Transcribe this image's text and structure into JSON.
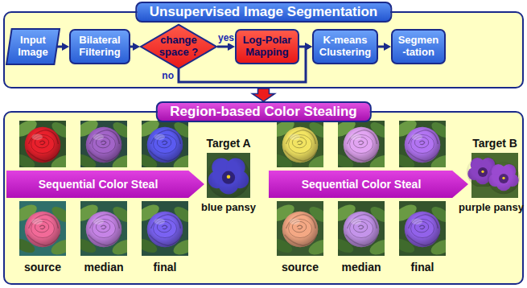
{
  "diagram": {
    "nodes": [
      {
        "text": [
          "Unsupervised Image Segmentation"
        ]
      },
      {
        "text": [
          "Input Image"
        ],
        "in": 0
      },
      {
        "text": [
          "Bilateral Filtering"
        ],
        "in": 0
      },
      {
        "text": [
          "change space ?"
        ],
        "in": 0
      },
      {
        "text": [
          "Log-Polar Mapping"
        ],
        "in": 0
      },
      {
        "text": [
          "K-means Clustering"
        ],
        "in": 0
      },
      {
        "text": [
          "Segmen -tation"
        ],
        "in": 0
      },
      {
        "text": [
          "Region-based Color Stealing"
        ]
      },
      {
        "text": [
          "Sequential Color Steal"
        ],
        "in": 7
      },
      {
        "text": [
          "Sequential Color Steal"
        ],
        "in": 7
      }
    ],
    "edges": [
      {
        "from": 1,
        "to": 2,
        "arrow": "to"
      },
      {
        "from": 2,
        "to": 3,
        "arrow": "to"
      },
      {
        "from": 3,
        "to": 4,
        "label": "yes",
        "arrow": "to"
      },
      {
        "from": 3,
        "to": 5,
        "label": "no",
        "arrow": "to"
      },
      {
        "from": 4,
        "to": 5,
        "arrow": "to"
      },
      {
        "from": 5,
        "to": 6,
        "arrow": "to"
      },
      {
        "from": 0,
        "to": 7,
        "arrow": "to"
      }
    ],
    "labels": [
      "Target A",
      "blue pansy",
      "Target B",
      "purple pansy",
      "source",
      "median",
      "final",
      "source",
      "median",
      "final"
    ]
  }
}
